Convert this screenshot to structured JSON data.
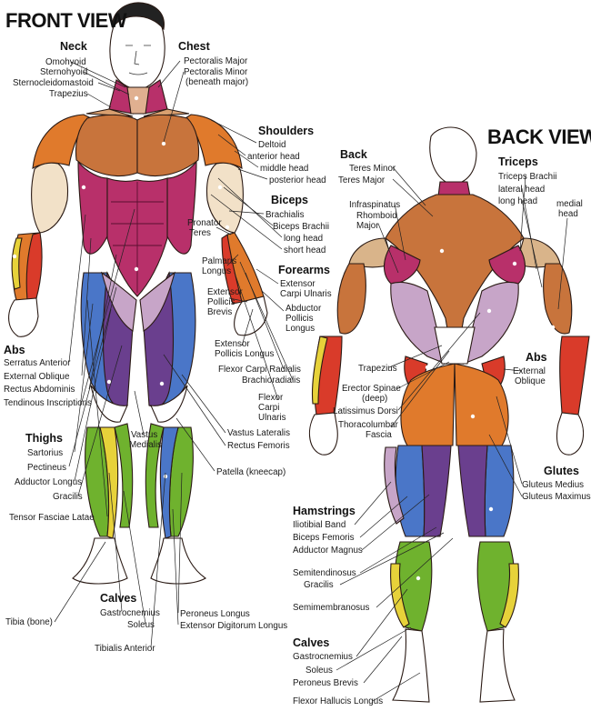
{
  "titles": {
    "front": "FRONT VIEW",
    "back": "BACK VIEW"
  },
  "front": {
    "neck": {
      "heading": "Neck",
      "items": [
        "Omohyoid",
        "Sternohyoid",
        "Sternocleidomastoid",
        "Trapezius"
      ]
    },
    "chest": {
      "heading": "Chest",
      "items": [
        "Pectoralis Major",
        "Pectoralis Minor",
        "(beneath major)"
      ]
    },
    "shoulders": {
      "heading": "Shoulders",
      "items": [
        "Deltoid",
        "anterior head",
        "middle head",
        "posterior head"
      ]
    },
    "biceps": {
      "heading": "Biceps",
      "items": [
        "Brachialis",
        "Biceps Brachii",
        "long head",
        "short head"
      ]
    },
    "pronator": [
      "Pronator",
      "Teres"
    ],
    "palmaris": [
      "Palmaris",
      "Longus"
    ],
    "forearms": {
      "heading": "Forearms",
      "items": [
        "Extensor",
        "Carpi Ulnaris",
        "Abductor",
        "Pollicis",
        "Longus"
      ]
    },
    "ext_pollicis_brevis": [
      "Extensor",
      "Pollicis",
      "Brevis"
    ],
    "ext_pollicis_longus": [
      "Extensor",
      "Pollicis Longus"
    ],
    "flexor_carpi_radialis": "Flexor Carpi Radialis",
    "brachioradialis": "Brachioradialis",
    "flexor_carpi_ulnaris": [
      "Flexor",
      "Carpi",
      "Ulnaris"
    ],
    "abs": {
      "heading": "Abs",
      "items": [
        "Serratus Anterior",
        "External Oblique",
        "Rectus Abdominis",
        "Tendinous Inscriptions"
      ]
    },
    "vastus_medialis": [
      "Vastus",
      "Medialis"
    ],
    "vastus_lateralis": "Vastus Lateralis",
    "rectus_femoris": "Rectus Femoris",
    "thighs": {
      "heading": "Thighs",
      "items": [
        "Sartorius",
        "Pectineus",
        "Adductor Longus",
        "Gracilis"
      ]
    },
    "tensor": "Tensor Fasciae Latae",
    "patella": "Patella (kneecap)",
    "calves": {
      "heading": "Calves",
      "items": [
        "Gastrocnemius",
        "Soleus"
      ]
    },
    "tibia": "Tibia (bone)",
    "tibialis": "Tibialis Anterior",
    "peroneus_longus": "Peroneus Longus",
    "ext_digitorum": "Extensor Digitorum Longus"
  },
  "back": {
    "back_group": {
      "heading": "Back",
      "items": [
        "Teres Minor",
        "Teres Major"
      ]
    },
    "infraspinatus": "Infraspinatus",
    "rhomboid": [
      "Rhomboid",
      "Major"
    ],
    "triceps": {
      "heading": "Triceps",
      "items": [
        "Triceps Brachii",
        "lateral head",
        "long head"
      ]
    },
    "medial_head": [
      "medial",
      "head"
    ],
    "abs": {
      "heading": "Abs",
      "items": [
        "External",
        "Oblique"
      ]
    },
    "trapezius": "Trapezius",
    "erector": [
      "Erector Spinae",
      "(deep)"
    ],
    "latissimus": "Latissimus Dorsi",
    "thoracolumbar": [
      "Thoracolumbar",
      "Fascia"
    ],
    "glutes": {
      "heading": "Glutes",
      "items": [
        "Gluteus Medius",
        "Gluteus Maximus"
      ]
    },
    "hamstrings": {
      "heading": "Hamstrings",
      "items": [
        "Iliotibial Band",
        "Biceps Femoris",
        "Adductor Magnus"
      ]
    },
    "semitendinosus": "Semitendinosus",
    "gracilis": "Gracilis",
    "semimembranosus": "Semimembranosus",
    "calves": {
      "heading": "Calves",
      "items": [
        "Gastrocnemius",
        "Soleus",
        "Peroneus Brevis",
        "Flexor Hallucis Longus"
      ]
    }
  },
  "colors": {
    "orange": "#e07a2c",
    "brown_orange": "#c8743c",
    "magenta": "#b8306a",
    "pink": "#d9548e",
    "purple": "#6a3f8e",
    "blue": "#4a76c8",
    "lavender": "#c7a5c8",
    "green": "#6fb22e",
    "yellow": "#e7d23a",
    "red": "#d93b2a",
    "tan": "#d9b48a",
    "skin": "#f4e7dc"
  }
}
